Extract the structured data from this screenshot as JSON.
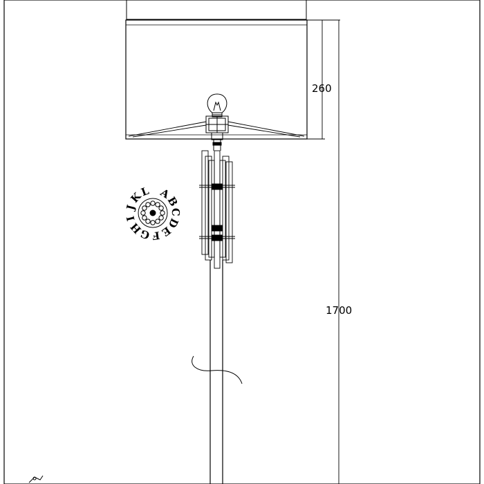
{
  "dimensions": {
    "shade_height": "260",
    "total_height": "1700"
  },
  "crystal_wheel": {
    "letters": [
      "A",
      "B",
      "C",
      "D",
      "E",
      "F",
      "G",
      "H",
      "I",
      "J",
      "K",
      "L"
    ]
  },
  "colors": {
    "line": "#000000",
    "background": "#ffffff"
  }
}
